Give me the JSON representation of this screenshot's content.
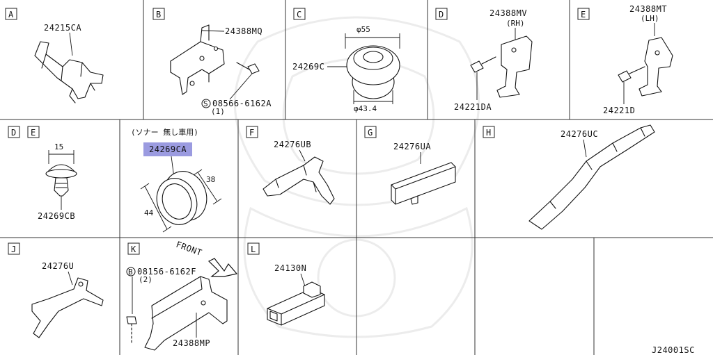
{
  "cells": [
    {
      "id": "A",
      "parts": [
        "24215CA"
      ]
    },
    {
      "id": "B",
      "parts": [
        "24388MQ",
        "08566-6162A",
        "(1)"
      ],
      "bolt_symbol": "S"
    },
    {
      "id": "C",
      "parts": [
        "24269C"
      ],
      "dims": [
        "φ55",
        "φ43.4"
      ]
    },
    {
      "id": "D",
      "parts": [
        "24388MV",
        "(RH)",
        "24221DA"
      ]
    },
    {
      "id": "E",
      "parts": [
        "24388MT",
        "(LH)",
        "24221D"
      ]
    },
    {
      "id": "DE",
      "letters": [
        "D",
        "E"
      ],
      "parts": [
        "24269CB"
      ],
      "dims": [
        "15"
      ]
    },
    {
      "id": "sonar",
      "note": "(ソナー 無し車用)",
      "parts": [
        "24269CA"
      ],
      "dims": [
        "38",
        "44"
      ],
      "highlight": "#9b9be0"
    },
    {
      "id": "F",
      "parts": [
        "24276UB"
      ]
    },
    {
      "id": "G",
      "parts": [
        "24276UA"
      ]
    },
    {
      "id": "H",
      "parts": [
        "24276UC"
      ]
    },
    {
      "id": "J",
      "parts": [
        "24276U"
      ]
    },
    {
      "id": "K",
      "parts": [
        "08156-6162F",
        "(2)",
        "24388MP"
      ],
      "bolt_symbol": "B",
      "front_label": "FRONT"
    },
    {
      "id": "L",
      "parts": [
        "24130N"
      ]
    }
  ],
  "diagram_code": "J24001SC"
}
